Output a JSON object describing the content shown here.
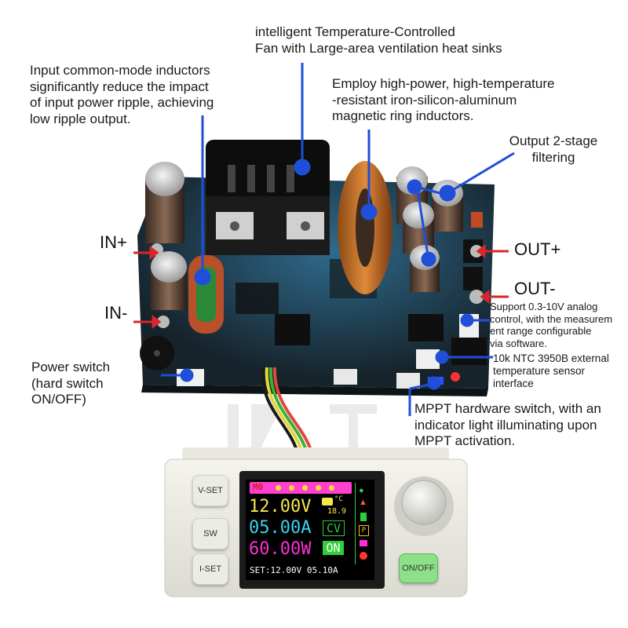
{
  "captions": {
    "fan": "intelligent Temperature-Controlled\nFan with Large-area ventilation heat sinks",
    "inductors_input": "Input common-mode inductors\nsignificantly reduce the impact\nof input power ripple, achieving\nlow ripple output.",
    "magnetic_ring": "Employ high-power, high-temperature\n-resistant iron-silicon-aluminum\nmagnetic ring inductors.",
    "output_filter": "Output 2-stage\nfiltering",
    "analog_control": "Support 0.3-10V analog\ncontrol, with the measurem\nent range configurable\nvia software.",
    "ntc": "10k NTC 3950B external\ntemperature sensor\ninterface",
    "power_switch": "Power switch\n(hard switch\nON/OFF)",
    "mppt": "MPPT hardware switch, with an\nindicator light illuminating upon\nMPPT activation."
  },
  "terminals": {
    "in_plus": "IN+",
    "in_minus": "IN-",
    "out_plus": "OUT+",
    "out_minus": "OUT-"
  },
  "controller": {
    "buttons": {
      "v_set": "V-SET",
      "sw": "SW",
      "i_set": "I-SET",
      "on_off": "ON/OFF"
    },
    "display": {
      "memory": "M0",
      "voltage": "12.00V",
      "current": "05.00A",
      "power": "60.00W",
      "temperature": "18.9",
      "temp_unit": "°C",
      "mode": "CV",
      "state": "ON",
      "p_badge": "P",
      "setpoint": "SET:12.00V 05.10A"
    }
  },
  "colors": {
    "callout_line": "#1f4fd8",
    "terminal_arrow": "#d8262a",
    "lcd_voltage": "#f5e84a",
    "lcd_current": "#39d4f0",
    "lcd_power": "#ff2dd6",
    "lcd_green": "#2fcf3a",
    "on_off_button": "#8de08a"
  }
}
